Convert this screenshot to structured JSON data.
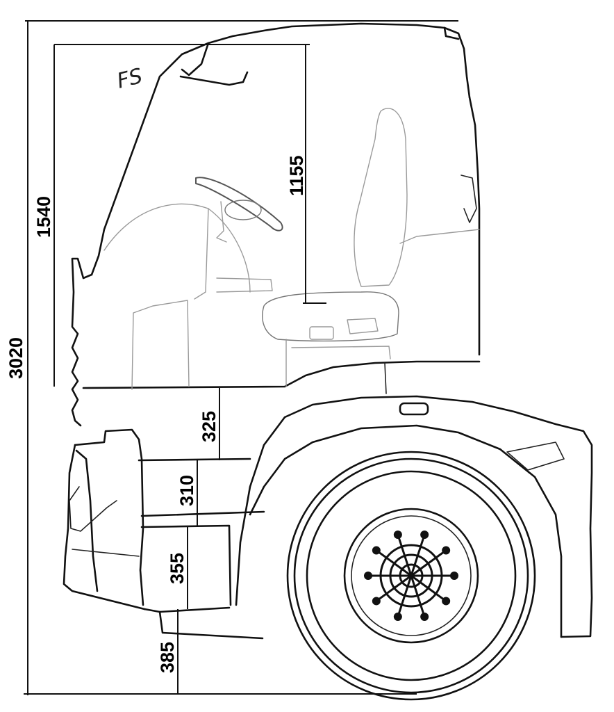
{
  "title": "",
  "brand_mark": "FS",
  "dimensions": {
    "overall_height": "3020",
    "cab_interior_height": "1540",
    "seat_to_roof": "1155",
    "cab_floor_step": "325",
    "upper_step": "310",
    "lower_step": "355",
    "ground_to_step": "385"
  }
}
